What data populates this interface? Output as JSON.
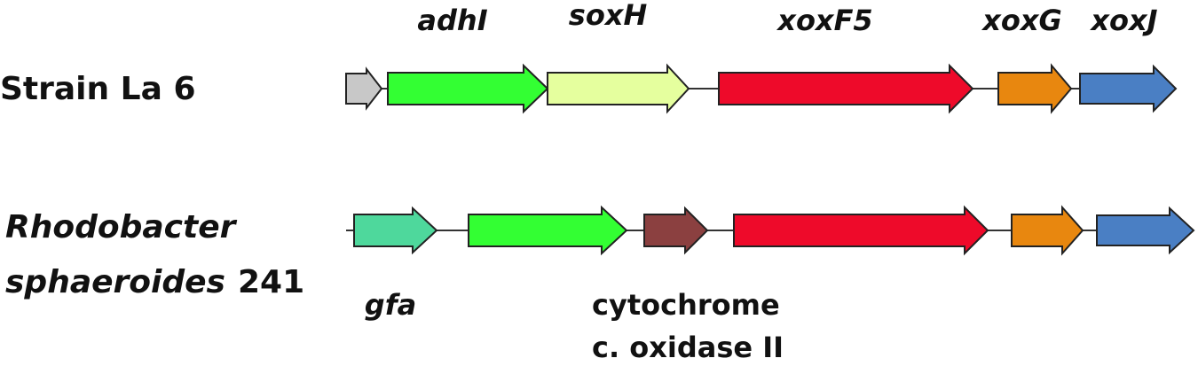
{
  "rows": [
    {
      "strain_name": "Strain La 6",
      "strain_name_italic": false,
      "genes": [
        {
          "label": "",
          "color": "#c8c8c8"
        },
        {
          "label": "adhI",
          "color": "#33ff33"
        },
        {
          "label": "soxH",
          "color": "#e5ff9e"
        },
        {
          "label": "xoxF5",
          "color": "#ee0a2a"
        },
        {
          "label": "xoxG",
          "color": "#e8870f"
        },
        {
          "label": "xoxJ",
          "color": "#4a7fc4"
        }
      ]
    },
    {
      "strain_name_lines": [
        "Rhodobacter",
        "sphaeroides",
        "241"
      ],
      "genes": [
        {
          "label": "gfa",
          "color": "#4ed89c"
        },
        {
          "label": "",
          "color": "#33ff33"
        },
        {
          "label": "",
          "color": "#8b4040"
        },
        {
          "label": "",
          "color": "#ee0a2a"
        },
        {
          "label": "",
          "color": "#e8870f"
        },
        {
          "label": "",
          "color": "#4a7fc4"
        }
      ]
    }
  ],
  "annotations": {
    "cytochrome_line1": "cytochrome",
    "cytochrome_line2": "c. oxidase II"
  }
}
